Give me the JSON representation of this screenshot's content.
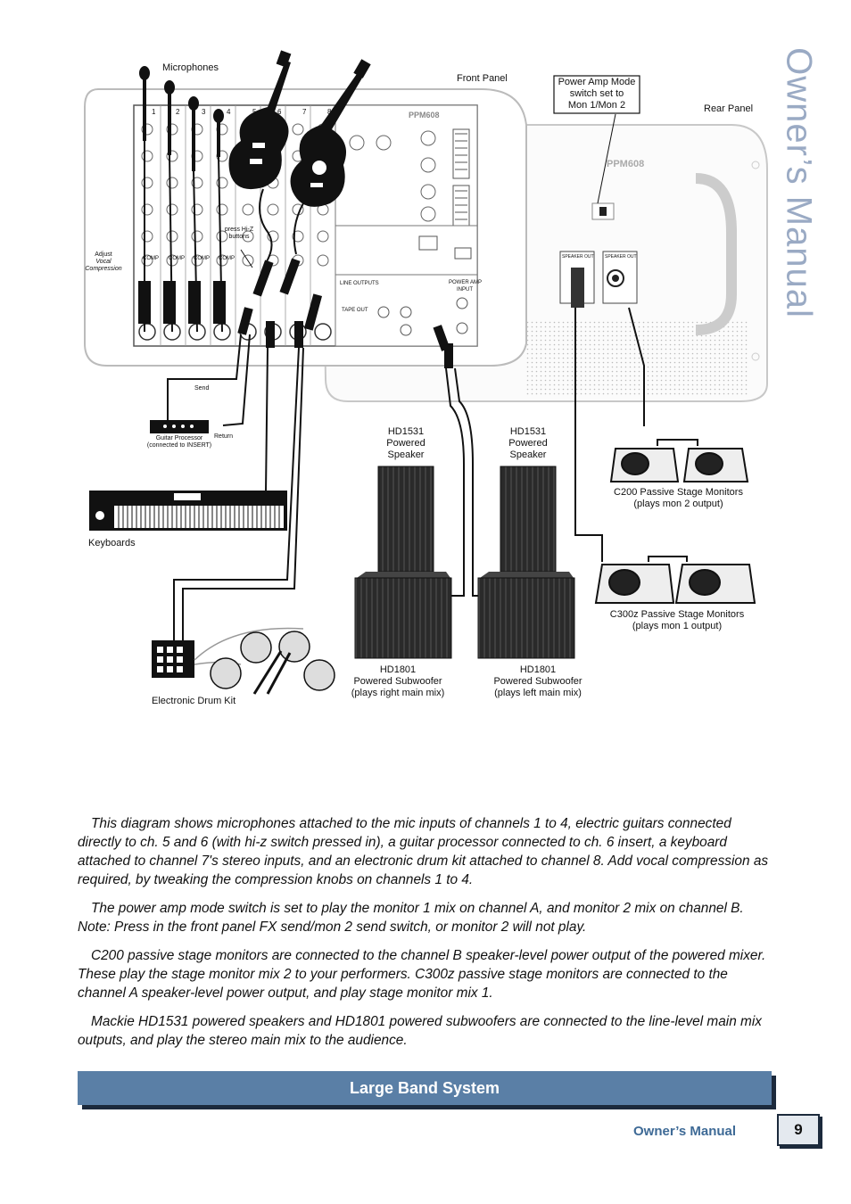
{
  "side_title": "Owner’s Manual",
  "diagram": {
    "microphones": "Microphones",
    "front_panel": "Front Panel",
    "rear_panel": "Rear Panel",
    "power_amp_mode": [
      "Power Amp Mode",
      "switch set to",
      "Mon 1/Mon 2"
    ],
    "channel_numbers": [
      "1",
      "2",
      "3",
      "4",
      "5",
      "6",
      "7",
      "8"
    ],
    "brand_front": "PPM608",
    "brand_rear": "PPM608",
    "adjust_vocal": [
      "Adjust",
      "Vocal",
      "Compression"
    ],
    "press_hiz": [
      "press Hi-Z",
      "buttons"
    ],
    "send": "Send",
    "return": "Return",
    "guitar_processor": [
      "Guitar Processor",
      "(connected to INSERT)"
    ],
    "keyboards": "Keyboards",
    "drum_kit": "Electronic Drum Kit",
    "hd1531_a": [
      "HD1531",
      "Powered",
      "Speaker"
    ],
    "hd1531_b": [
      "HD1531",
      "Powered",
      "Speaker"
    ],
    "hd1801_right": [
      "HD1801",
      "Powered Subwoofer",
      "(plays right main mix)"
    ],
    "hd1801_left": [
      "HD1801",
      "Powered Subwoofer",
      "(plays left main mix)"
    ],
    "c200": [
      "C200 Passive Stage Monitors",
      "(plays mon 2 output)"
    ],
    "c300z": [
      "C300z Passive Stage Monitors",
      "(plays mon 1 output)"
    ],
    "line_outputs": "LINE OUTPUTS",
    "power_amp": "POWER AMP",
    "input": "INPUT",
    "tape_out": "TAPE OUT",
    "speaker_out_a": "SPEAKER OUT",
    "speaker_out_b": "SPEAKER OUT",
    "comp": "COMP"
  },
  "paragraphs": [
    "This diagram shows microphones attached to the mic inputs of channels 1 to 4, electric guitars connected directly to ch. 5 and 6 (with hi-z switch pressed in), a guitar processor connected to ch. 6 insert, a keyboard attached to channel 7's stereo inputs, and an electronic drum kit attached to channel 8. Add vocal compression as required, by tweaking the compression knobs on channels 1 to 4.",
    "The power amp mode switch is set to play the monitor 1 mix on channel A, and monitor 2 mix on channel B. Note: Press in the front panel FX send/mon 2 send switch, or monitor 2 will not play.",
    "C200 passive stage monitors are connected to the channel B speaker-level power output of the powered mixer. These play the stage monitor mix 2 to your performers. C300z passive stage monitors are connected to the channel A speaker-level power output, and play stage monitor mix 1.",
    "Mackie HD1531 powered speakers and HD1801 powered subwoofers are connected to the line-level main mix outputs, and play the stereo main mix to the audience."
  ],
  "banner": "Large Band System",
  "footer": "Owner’s Manual",
  "page_number": "9",
  "colors": {
    "accent": "#5a7fa6",
    "title_gray": "#9aaac4",
    "footer_blue": "#3e6a96"
  }
}
